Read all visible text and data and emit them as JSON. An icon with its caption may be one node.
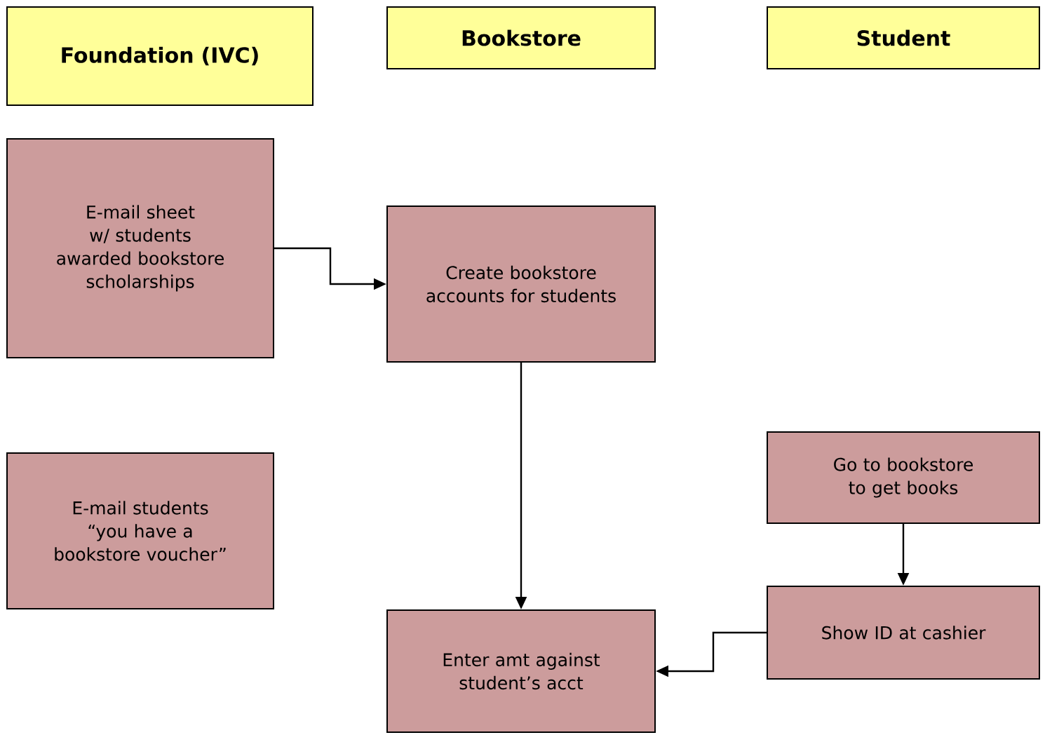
{
  "diagram": {
    "nodes": [
      {
        "text": [
          "Foundation (IVC)"
        ]
      },
      {
        "text": [
          "Bookstore"
        ]
      },
      {
        "text": [
          "Student"
        ]
      },
      {
        "text": [
          "E-mail sheet w/ students awarded bookstore scholarships"
        ]
      },
      {
        "text": [
          "Create bookstore accounts for students"
        ]
      },
      {
        "text": [
          "E-mail students “you have a bookstore voucher”"
        ]
      },
      {
        "text": [
          "Go to bookstore to get books"
        ]
      },
      {
        "text": [
          "Show ID at cashier"
        ]
      },
      {
        "text": [
          "Enter amt against student’s acct"
        ]
      }
    ],
    "edges": [
      {
        "from": 3,
        "to": 4,
        "arrow": "to"
      },
      {
        "from": 4,
        "to": 8,
        "arrow": "to"
      },
      {
        "from": 6,
        "to": 7,
        "arrow": "to"
      },
      {
        "from": 7,
        "to": 8,
        "arrow": "to"
      }
    ]
  }
}
